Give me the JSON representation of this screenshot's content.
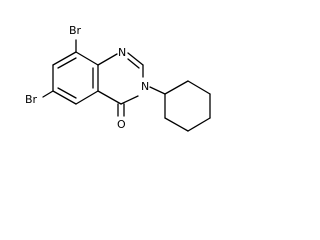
{
  "molecule": {
    "atoms": {
      "br_top": "Br",
      "br_left": "Br",
      "n1": "N",
      "n3": "N",
      "o": "O"
    }
  }
}
